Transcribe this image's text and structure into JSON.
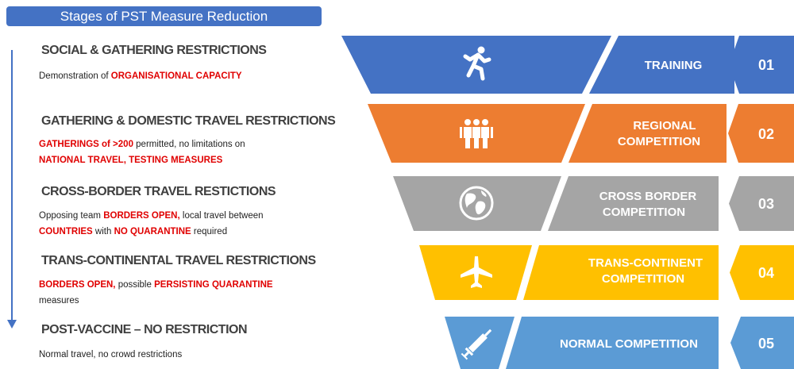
{
  "header": {
    "title": "Stages of PST Measure Reduction"
  },
  "stages": [
    {
      "title": "SOCIAL & GATHERING RESTRICTIONS",
      "desc": [
        {
          "t": "Demonstration of ",
          "h": false
        },
        {
          "t": "ORGANISATIONAL CAPACITY",
          "h": true
        }
      ]
    },
    {
      "title": "GATHERING & DOMESTIC TRAVEL RESTRICTIONS",
      "desc": [
        {
          "t": "GATHERINGS of >200",
          "h": true
        },
        {
          "t": " permitted, no limitations on",
          "h": false
        },
        {
          "t": "\n",
          "h": false
        },
        {
          "t": "NATIONAL TRAVEL, TESTING MEASURES",
          "h": true
        }
      ]
    },
    {
      "title": "CROSS-BORDER TRAVEL RESTICTIONS",
      "desc": [
        {
          "t": "Opposing team ",
          "h": false
        },
        {
          "t": "BORDERS OPEN,",
          "h": true
        },
        {
          "t": " local travel between",
          "h": false
        },
        {
          "t": "\n",
          "h": false
        },
        {
          "t": "COUNTRIES",
          "h": true
        },
        {
          "t": " with ",
          "h": false
        },
        {
          "t": "NO QUARANTINE",
          "h": true
        },
        {
          "t": " required",
          "h": false
        }
      ]
    },
    {
      "title": "TRANS-CONTINENTAL TRAVEL RESTRICTIONS",
      "desc": [
        {
          "t": "BORDERS OPEN,",
          "h": true
        },
        {
          "t": " possible ",
          "h": false
        },
        {
          "t": "PERSISTING QUARANTINE",
          "h": true
        },
        {
          "t": "\n",
          "h": false
        },
        {
          "t": "measures",
          "h": false
        }
      ]
    },
    {
      "title": "POST-VACCINE – NO RESTRICTION",
      "desc": [
        {
          "t": "Normal travel, no crowd restrictions",
          "h": false
        }
      ]
    }
  ],
  "levels": [
    {
      "label": [
        "TRAINING"
      ],
      "number": "01",
      "color": "#4472c4",
      "icon": "running-person-icon"
    },
    {
      "label": [
        "REGIONAL",
        "COMPETITION"
      ],
      "number": "02",
      "color": "#ed7d31",
      "icon": "group-of-people-icon"
    },
    {
      "label": [
        "CROSS BORDER",
        "COMPETITION"
      ],
      "number": "03",
      "color": "#a5a5a5",
      "icon": "globe-icon"
    },
    {
      "label": [
        "TRANS-CONTINENT",
        "COMPETITION"
      ],
      "number": "04",
      "color": "#ffc000",
      "icon": "airplane-icon"
    },
    {
      "label": [
        "NORMAL COMPETITION"
      ],
      "number": "05",
      "color": "#5b9bd5",
      "icon": "syringe-icon"
    }
  ]
}
